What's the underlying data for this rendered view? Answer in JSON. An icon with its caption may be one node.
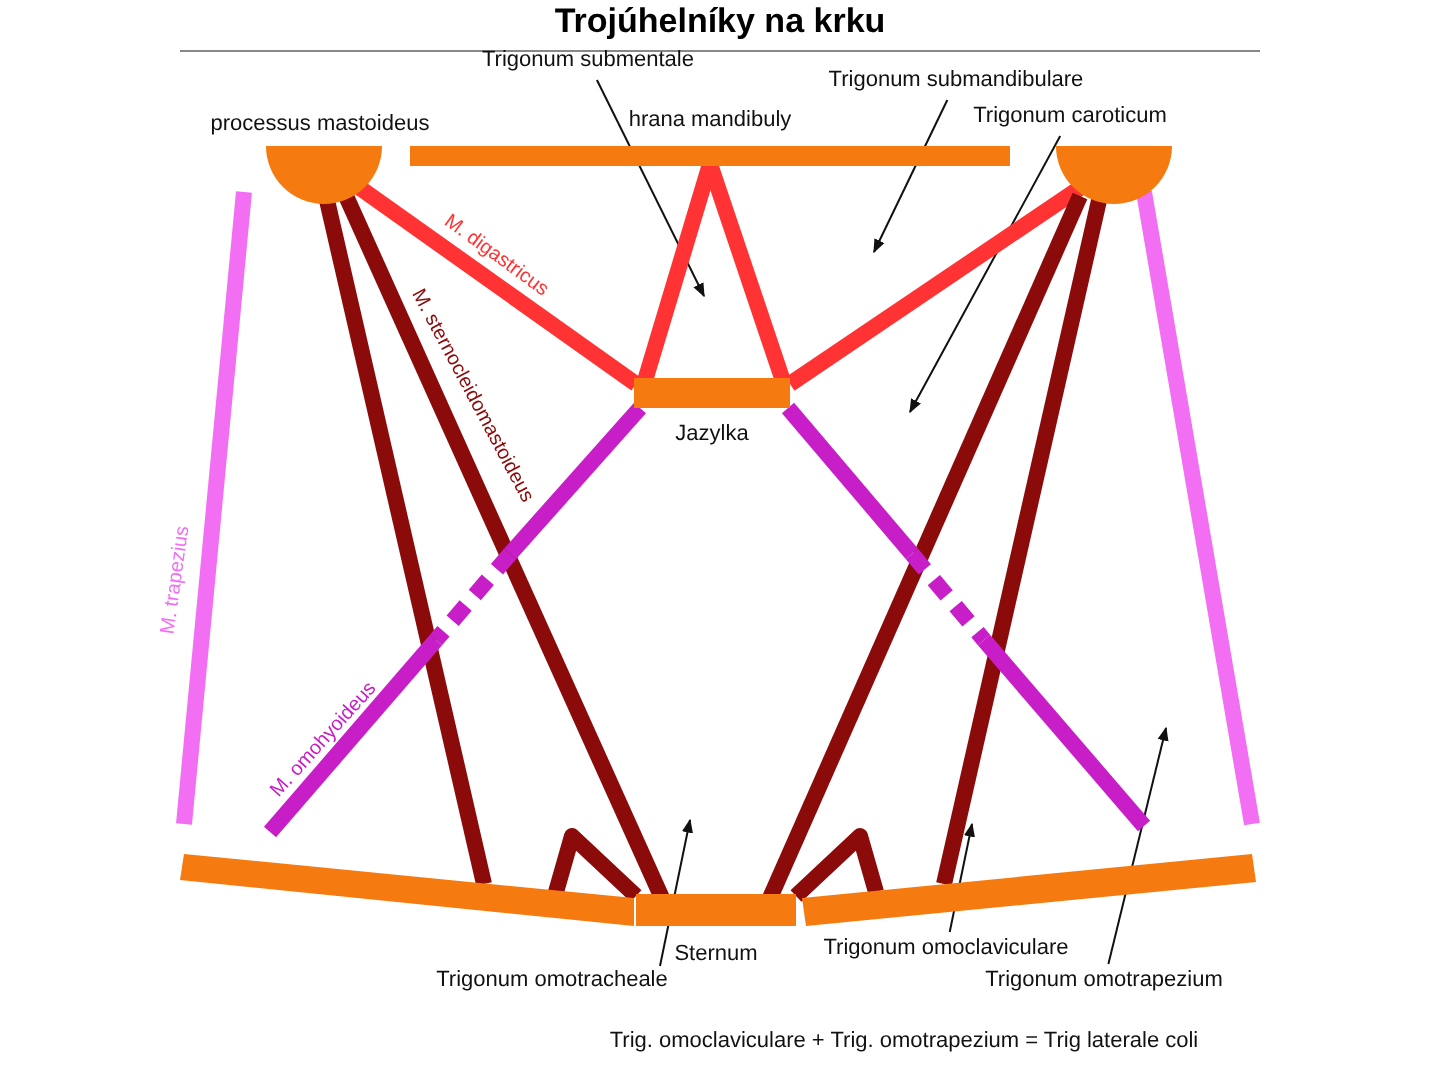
{
  "diagram": {
    "title": "Trojúhelníky na krku",
    "nodes": [
      {
        "text": [
          "processus mastoideus"
        ]
      },
      {
        "text": [
          "hrana mandibuly"
        ]
      },
      {
        "text": [],
        "shape": "circle"
      },
      {
        "text": [
          "Jazylka"
        ]
      },
      {
        "text": [],
        "shape": "bar"
      },
      {
        "text": [
          "Sternum"
        ]
      },
      {
        "text": [],
        "shape": "bar"
      },
      {
        "text": [
          "Trigonum submentale"
        ]
      },
      {
        "text": [
          "Trigonum submandibulare"
        ]
      },
      {
        "text": [
          "Trigonum caroticum"
        ]
      },
      {
        "text": [
          "Trigonum omotracheale"
        ]
      },
      {
        "text": [
          "Trigonum omoclaviculare"
        ]
      },
      {
        "text": [
          "Trigonum omotrapezium"
        ]
      }
    ],
    "edges": [
      {
        "from": 7,
        "to": null,
        "arrow": "to"
      },
      {
        "from": 8,
        "to": null,
        "arrow": "to"
      },
      {
        "from": 9,
        "to": null,
        "arrow": "to"
      },
      {
        "from": 10,
        "to": null,
        "arrow": "to"
      },
      {
        "from": 11,
        "to": null,
        "arrow": "to"
      },
      {
        "from": 12,
        "to": null,
        "arrow": "to"
      },
      {
        "from": 0,
        "to": 3,
        "arrow": "none",
        "label": "M. digastricus",
        "color": "#ff3333"
      },
      {
        "from": 1,
        "to": 3,
        "arrow": "none",
        "color": "#ff3333"
      },
      {
        "from": 1,
        "to": 3,
        "arrow": "none",
        "color": "#ff3333"
      },
      {
        "from": 2,
        "to": 3,
        "arrow": "none",
        "color": "#ff3333"
      },
      {
        "from": 0,
        "to": 4,
        "arrow": "none",
        "color": "#8b0a0a"
      },
      {
        "from": 0,
        "to": 5,
        "arrow": "none",
        "label": "M. sternocleidomastoideus",
        "color": "#8b0a0a"
      },
      {
        "from": 2,
        "to": 6,
        "arrow": "none",
        "color": "#8b0a0a"
      },
      {
        "from": 2,
        "to": 5,
        "arrow": "none",
        "color": "#8b0a0a"
      },
      {
        "from": 3,
        "to": null,
        "arrow": "none",
        "label": "M. omohyoideus",
        "color": "#c81ec8"
      },
      {
        "from": 3,
        "to": null,
        "arrow": "none",
        "color": "#c81ec8"
      },
      {
        "from": 0,
        "to": 4,
        "arrow": "none",
        "label": "M. trapezius",
        "color": "#f26ef2"
      },
      {
        "from": 2,
        "to": 6,
        "arrow": "none",
        "color": "#f26ef2"
      }
    ],
    "labels": [
      "Trig. omoclaviculare + Trig. omotrapezium = Trig laterale coli"
    ]
  }
}
